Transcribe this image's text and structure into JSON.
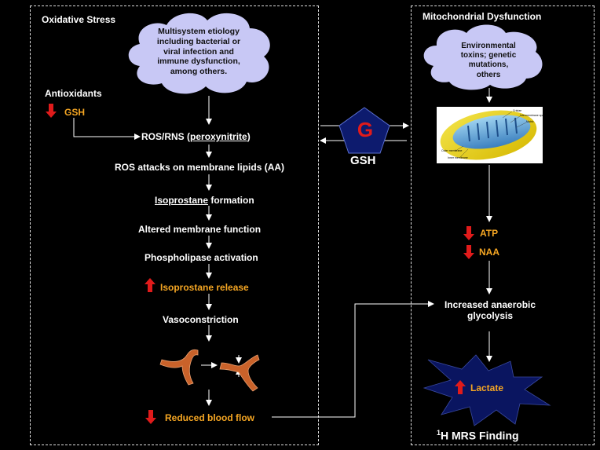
{
  "oxidative": {
    "title": "Oxidative Stress",
    "cloud": [
      "Multisystem etiology",
      "including bacterial or",
      "viral infection and",
      "immune dysfunction,",
      "among others."
    ],
    "antioxidants_label": "Antioxidants",
    "gsh_label": "GSH",
    "ros_prefix": "ROS/RNS (",
    "ros_underlined": "peroxynitrite",
    "ros_suffix": ")",
    "step_membrane": "ROS attacks on membrane lipids (AA)",
    "iso_underlined": "Isoprostane",
    "iso_suffix": " formation",
    "step_altered": "Altered membrane function",
    "step_phospho": "Phospholipase activation",
    "step_release": "Isoprostane release",
    "step_vaso": "Vasoconstriction",
    "step_blood": "Reduced blood flow"
  },
  "center": {
    "glyph": "G",
    "label": "GSH"
  },
  "mito": {
    "title": "Mitochondrial Dysfunction",
    "cloud": [
      "Environmental",
      "toxins; genetic",
      "mutations,",
      "others"
    ],
    "image_labels": [
      "Cristae",
      "Intermembrane space",
      "Matrix",
      "Outer membrane",
      "Inner membrane"
    ],
    "atp_label": "ATP",
    "naa_label": "NAA",
    "glycolysis": [
      "Increased anaerobic",
      "glycolysis"
    ],
    "lactate": "Lactate",
    "finding_sup": "1",
    "finding_text": "H MRS Finding"
  },
  "colors": {
    "cloud": "#c8c8f5",
    "red_arrow": "#e01b1b",
    "orange_text": "#f5a623",
    "star": "#0a1560",
    "pentagon": "#0d1b6e",
    "vessel": "#c9622a"
  }
}
